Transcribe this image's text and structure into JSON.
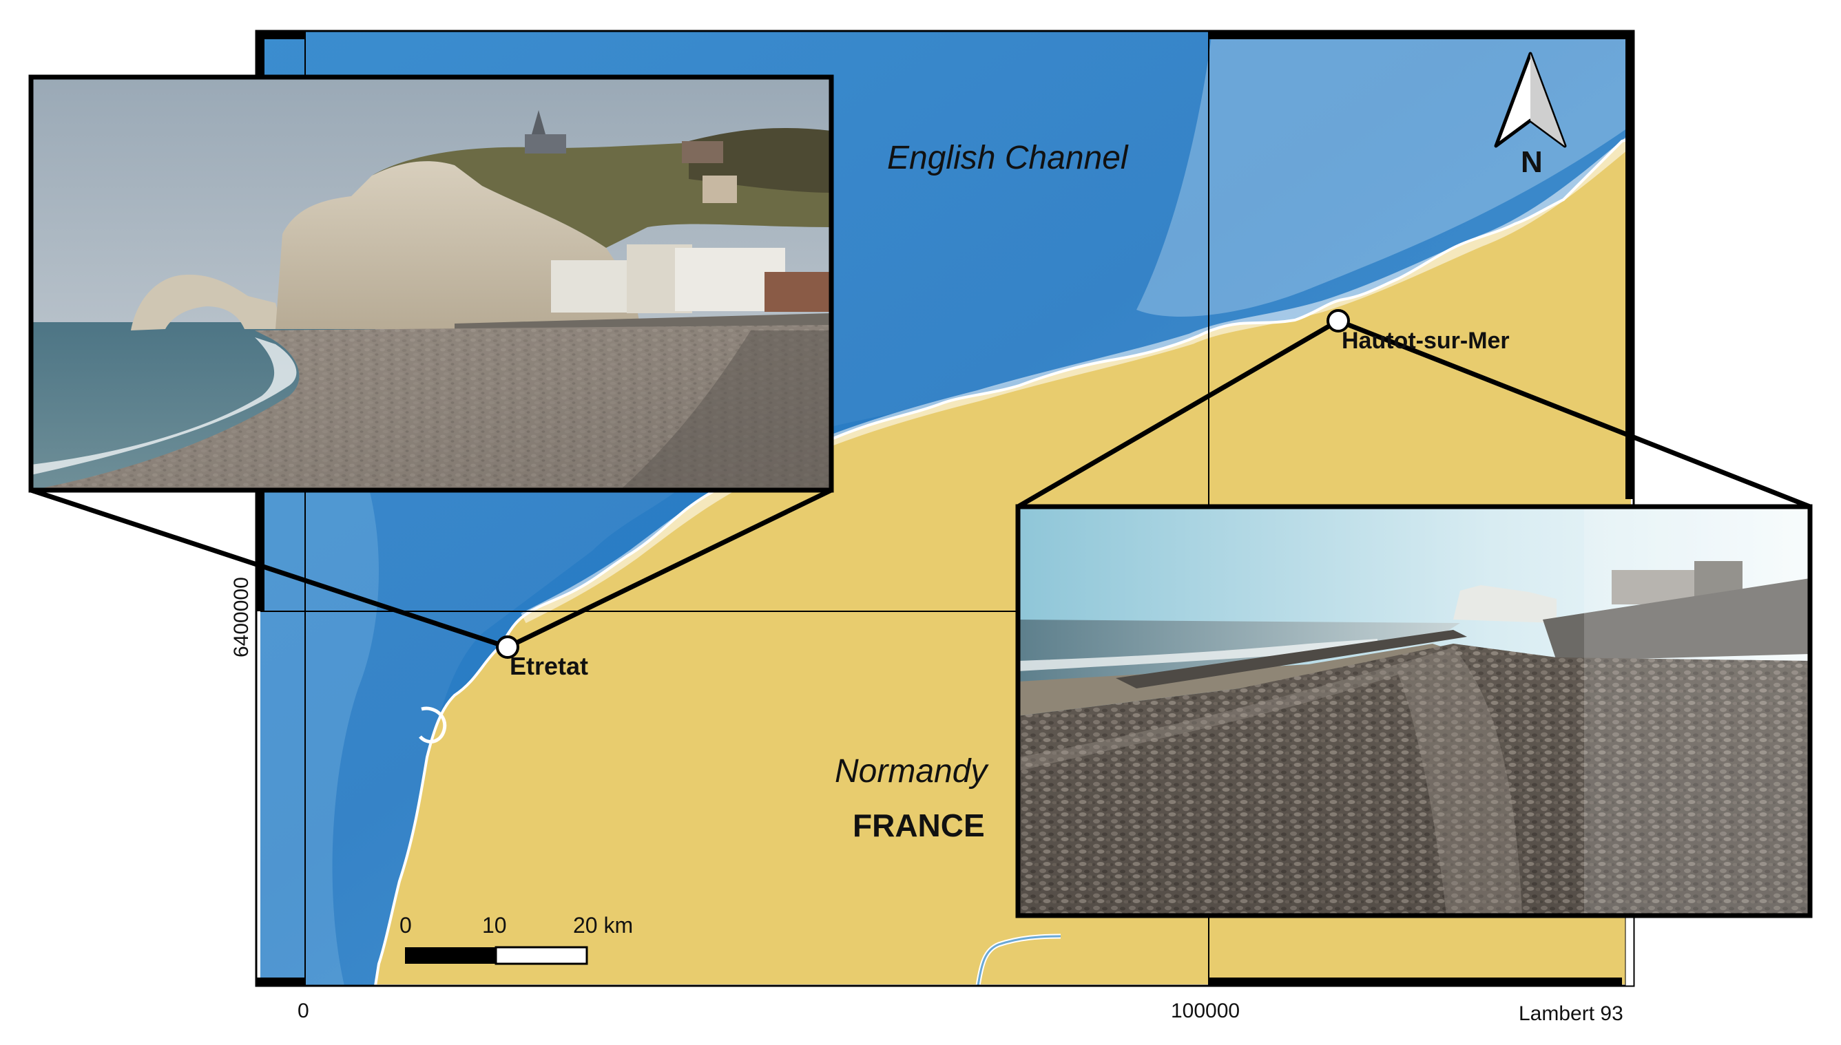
{
  "map": {
    "sea_label": "English Channel",
    "region_label": "Normandy",
    "country_label": "FRANCE",
    "north_label": "N",
    "projection_label": "Lambert 93",
    "colors": {
      "sea": "#2a7cc4",
      "sea_light": "#cfe6f7",
      "land": "#e8cc6e",
      "frame": "#000000"
    }
  },
  "places": {
    "etretat": "Etretat",
    "hautot": "Hautot-sur-Mer"
  },
  "axes": {
    "x_ticks": [
      "0",
      "100000"
    ],
    "y_ticks": [
      "6400000"
    ]
  },
  "scalebar": {
    "labels": [
      "0",
      "10",
      "20 km"
    ]
  },
  "insets": {
    "left_photo": "etretat-beach-photo",
    "right_photo": "hautot-beach-photo"
  }
}
